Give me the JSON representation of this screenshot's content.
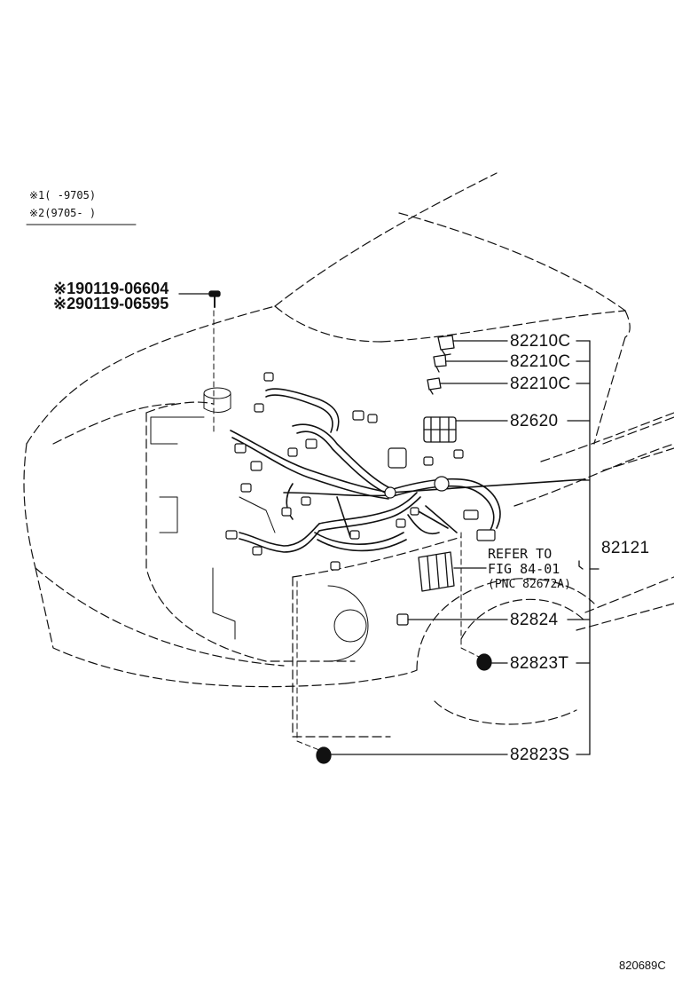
{
  "legend": {
    "line1": "※1(   -9705)",
    "line2": "※2(9705-   )"
  },
  "bolt": {
    "part1": "※190119-06604",
    "part2": "※290119-06595"
  },
  "callouts": {
    "p82210c_a": "82210C",
    "p82210c_b": "82210C",
    "p82210c_c": "82210C",
    "p82620": "82620",
    "p82121": "82121",
    "refer_line1": "REFER TO",
    "refer_line2": "FIG 84-01",
    "refer_line3": "(PNC 82672A)",
    "p82824": "82824",
    "p82823t": "82823T",
    "p82823s": "82823S"
  },
  "figure_code": "820689C"
}
